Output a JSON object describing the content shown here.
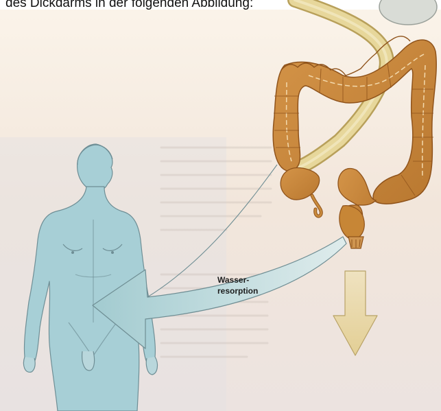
{
  "caption": "des Dickdarms in der folgenden Abbildung:",
  "arrow_label_line1": "Wasser-",
  "arrow_label_line2": "resorption",
  "colors": {
    "page_top": "#ffffff",
    "page_bg": "#f4eade",
    "paper_lower": "#ebe3df",
    "colon_fill": "#c98a3c",
    "colon_stroke": "#9a5a1f",
    "small_intestine": "#e5d495",
    "body_fill": "#a9cfd6",
    "body_stroke": "#6f8f96",
    "blue_arrow": "#a6cdd1",
    "excretion_arrow": "#eadbb0"
  },
  "icons": [
    "human-figure-icon",
    "colon-icon",
    "down-arrow-icon"
  ]
}
